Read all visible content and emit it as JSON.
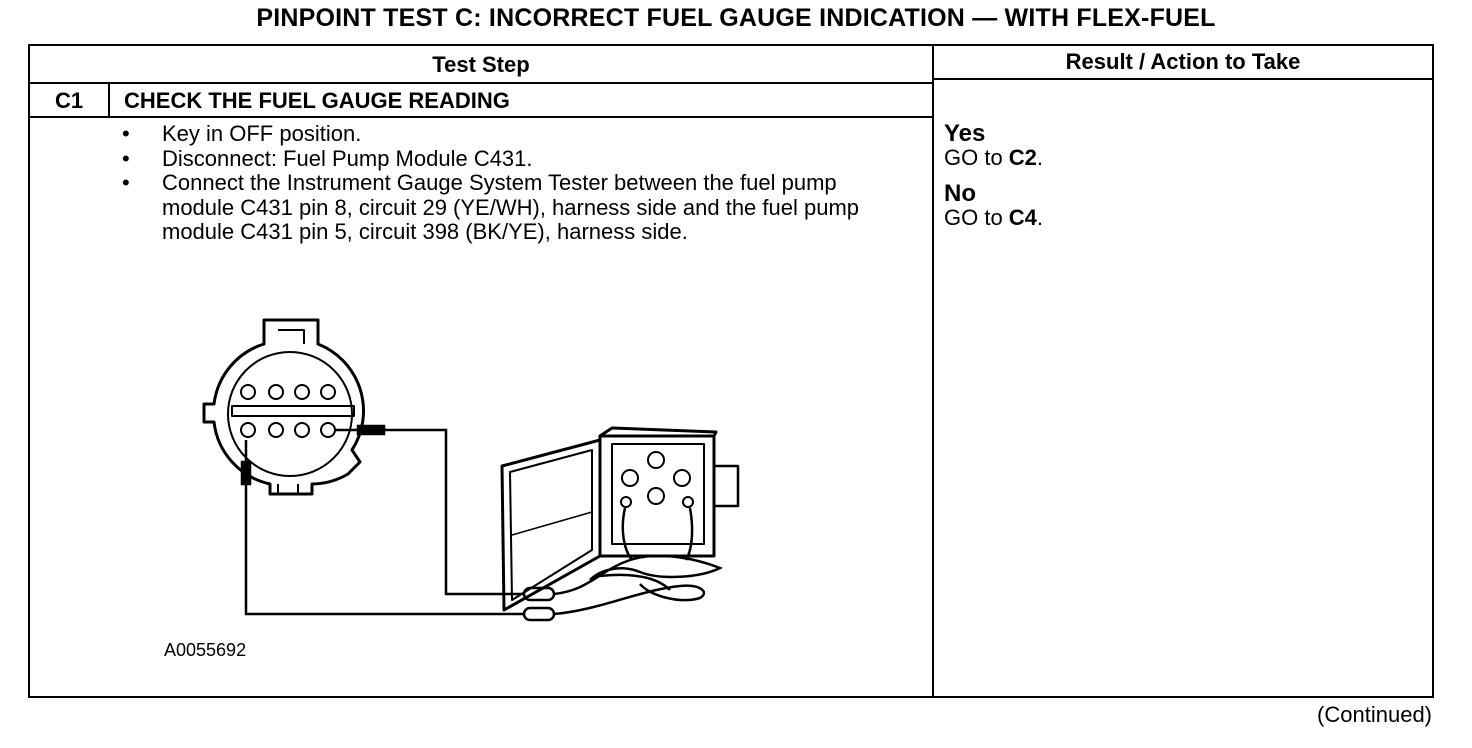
{
  "title": "PINPOINT TEST  C: INCORRECT FUEL GAUGE INDICATION — WITH FLEX-FUEL",
  "table": {
    "header_left": "Test Step",
    "header_right": "Result / Action to Take"
  },
  "step": {
    "id": "C1",
    "title": "CHECK THE FUEL GAUGE READING",
    "bullet": "•",
    "items": [
      "Key in OFF position.",
      "Disconnect: Fuel Pump Module C431.",
      "Connect the Instrument Gauge System Tester between the fuel pump module C431 pin 8, circuit 29 (YE/WH), harness side and the fuel pump module C431 pin 5, circuit 398 (BK/YE), harness side."
    ],
    "figure_id": "A0055692"
  },
  "results": [
    {
      "key": "Yes",
      "action_prefix": "GO to ",
      "target": "C2",
      "suffix": "."
    },
    {
      "key": "No",
      "action_prefix": "GO to ",
      "target": "C4",
      "suffix": "."
    }
  ],
  "footer": "(Continued)"
}
